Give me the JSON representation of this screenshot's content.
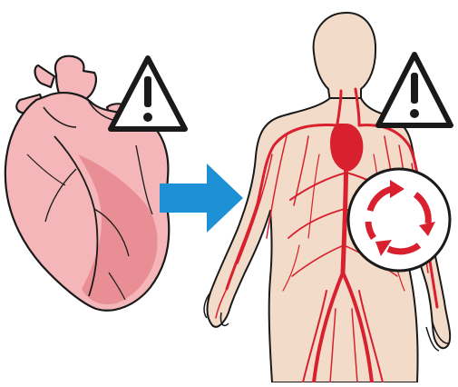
{
  "illustration": {
    "background": "#ffffff",
    "heart": {
      "icon": "anatomical-heart",
      "fill": "#f4b6b9",
      "shade": "#e98e95",
      "outline": "#1a1a1a"
    },
    "arrow": {
      "icon": "right-arrow",
      "color": "#1e90d6"
    },
    "body": {
      "icon": "human-body-circulatory-system",
      "skin": "#f2dcc9",
      "vessel": "#d8202f"
    },
    "warnings": [
      {
        "icon": "warning-triangle-icon",
        "symbol": "!"
      },
      {
        "icon": "warning-triangle-icon",
        "symbol": "!"
      }
    ],
    "cycle": {
      "icon": "circulation-cycle-icon",
      "color": "#d8202f"
    }
  }
}
